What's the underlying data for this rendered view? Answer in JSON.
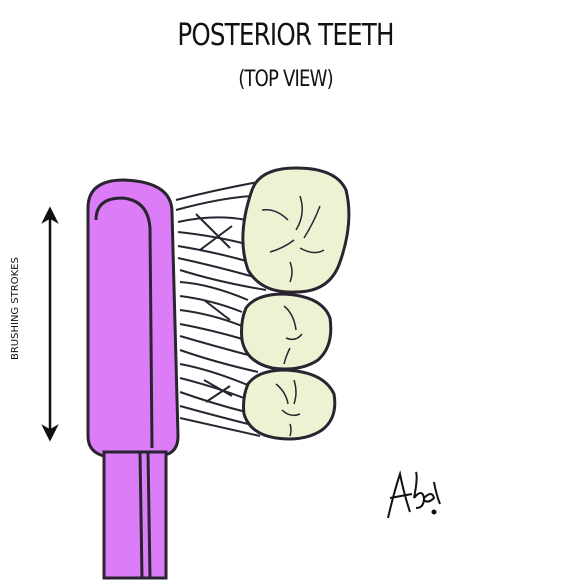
{
  "title": "POSTERIOR TEETH",
  "subtitle": "(TOP VIEW)",
  "side_label": "BRUSHING STROKES",
  "signature": "Abel.",
  "colors": {
    "toothbrush": "#dc7df7",
    "tooth": "#edf2d3",
    "outline": "#2a2430",
    "arrow": "#111111"
  },
  "icons": [
    "toothbrush",
    "bristles",
    "molar",
    "premolar",
    "double-arrow"
  ]
}
